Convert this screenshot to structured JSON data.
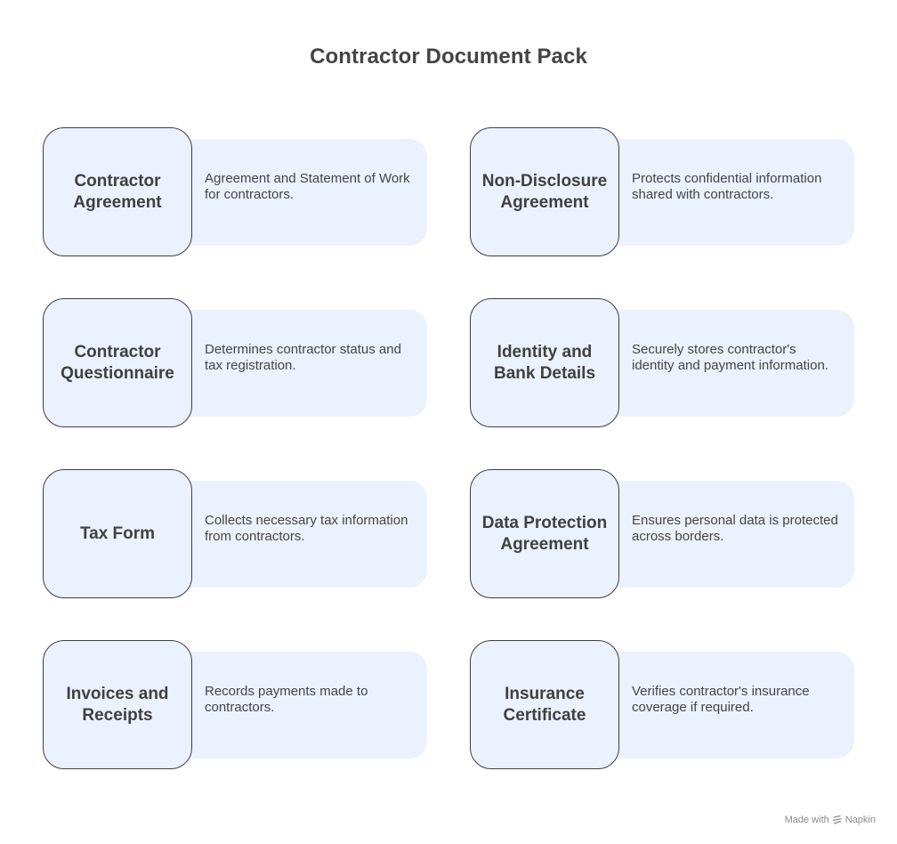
{
  "title": "Contractor Document Pack",
  "documents": [
    {
      "name_lines": [
        "Contractor",
        "Agreement"
      ],
      "description_lines": [
        "Agreement and Statement of Work",
        "for contractors."
      ]
    },
    {
      "name_lines": [
        "Non-Disclosure",
        "Agreement"
      ],
      "description_lines": [
        "Protects confidential information",
        "shared with contractors."
      ]
    },
    {
      "name_lines": [
        "Contractor",
        "Questionnaire"
      ],
      "description_lines": [
        "Determines contractor status and",
        "tax registration."
      ]
    },
    {
      "name_lines": [
        "Identity and",
        "Bank Details"
      ],
      "description_lines": [
        "Securely stores contractor's",
        "identity and payment information."
      ]
    },
    {
      "name_lines": [
        "Tax Form"
      ],
      "description_lines": [
        "Collects necessary tax information",
        "from contractors."
      ]
    },
    {
      "name_lines": [
        "Data Protection",
        "Agreement"
      ],
      "description_lines": [
        "Ensures personal data is protected",
        "across borders."
      ]
    },
    {
      "name_lines": [
        "Invoices and",
        "Receipts"
      ],
      "description_lines": [
        "Records payments made to",
        "contractors."
      ]
    },
    {
      "name_lines": [
        "Insurance",
        "Certificate"
      ],
      "description_lines": [
        "Verifies contractor's insurance",
        "coverage if required."
      ]
    }
  ],
  "footer": {
    "made_with": "Made with",
    "brand": "Napkin",
    "brand_icon": "napkin-logo-icon"
  },
  "colors": {
    "card_fill": "#ebf1fd",
    "box_border": "#3f3f3f",
    "title_text": "#444444"
  }
}
